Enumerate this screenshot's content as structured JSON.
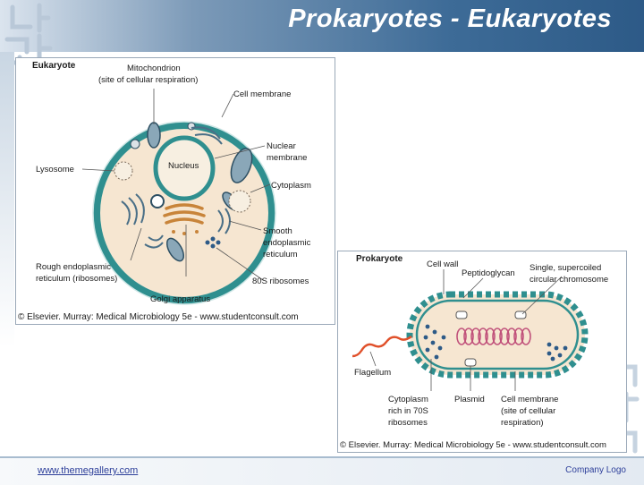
{
  "slide": {
    "title": "Prokaryotes - Eukaryotes",
    "website": "www.themegallery.com",
    "company_logo": "Company Logo"
  },
  "colors": {
    "header_dark": "#2d5a87",
    "cell_wall_teal": "#2f8f8f",
    "cytoplasm": "#f6e6d1",
    "flagellum": "#e0502a",
    "chromosome": "#c0507a"
  },
  "eukaryote": {
    "label": "Eukaryote",
    "mitochondrion_1": "Mitochondrion",
    "mitochondrion_2": "(site of cellular respiration)",
    "cell_membrane": "Cell membrane",
    "nuclear_membrane_1": "Nuclear",
    "nuclear_membrane_2": "membrane",
    "lysosome": "Lysosome",
    "nucleus": "Nucleus",
    "cytoplasm": "Cytoplasm",
    "smooth_er_1": "Smooth",
    "smooth_er_2": "endoplasmic",
    "smooth_er_3": "reticulum",
    "rough_er_1": "Rough endoplasmic",
    "rough_er_2": "reticulum (ribosomes)",
    "ribosomes_80s": "80S ribosomes",
    "golgi": "Golgi apparatus",
    "copyright": "© Elsevier. Murray: Medical Microbiology 5e - www.studentconsult.com"
  },
  "prokaryote": {
    "label": "Prokaryote",
    "cell_wall": "Cell wall",
    "peptidoglycan": "Peptidoglycan",
    "chromosome_1": "Single, supercoiled",
    "chromosome_2": "circular chromosome",
    "flagellum": "Flagellum",
    "cytoplasm_1": "Cytoplasm",
    "cytoplasm_2": "rich in 70S",
    "cytoplasm_3": "ribosomes",
    "plasmid": "Plasmid",
    "cell_membrane_1": "Cell membrane",
    "cell_membrane_2": "(site of cellular",
    "cell_membrane_3": "respiration)",
    "copyright": "© Elsevier. Murray: Medical Microbiology 5e - www.studentconsult.com"
  }
}
